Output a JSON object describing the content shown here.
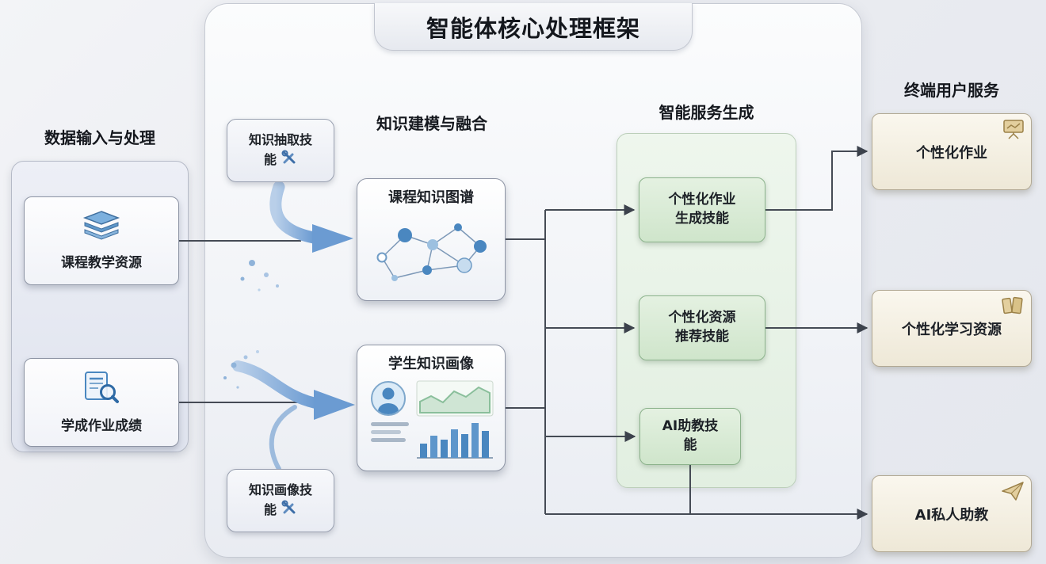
{
  "frame": {
    "title": "智能体核心处理框架"
  },
  "input_section": {
    "header": "数据输入与处理",
    "box1": {
      "label": "课程教学资源",
      "icon": "layers-icon"
    },
    "box2": {
      "label": "学成作业成绩",
      "icon": "document-search-icon"
    }
  },
  "modeling_section": {
    "header": "知识建模与融合",
    "skill_top": {
      "line1": "知识抽取技",
      "line2": "能",
      "icon": "tools-icon"
    },
    "skill_bottom": {
      "line1": "知识画像技",
      "line2": "能",
      "icon": "tools-icon"
    },
    "graph_box": {
      "title": "课程知识图谱",
      "illustration": "knowledge-graph"
    },
    "profile_box": {
      "title": "学生知识画像",
      "illustration": "student-profile-charts"
    }
  },
  "services_section": {
    "header": "智能服务生成",
    "box1": {
      "line1": "个性化作业",
      "line2": "生成技能"
    },
    "box2": {
      "line1": "个性化资源",
      "line2": "推荐技能"
    },
    "box3": {
      "line1": "AI助教技",
      "line2": "能"
    }
  },
  "output_section": {
    "header": "终端用户服务",
    "box1": {
      "label": "个性化作业",
      "icon": "presentation-icon"
    },
    "box2": {
      "label": "个性化学习资源",
      "icon": "books-icon"
    },
    "box3": {
      "label": "AI私人助教",
      "icon": "paper-plane-icon"
    }
  },
  "colors": {
    "accent_blue": "#4a87c0",
    "connector": "#454b55",
    "green_fill": "#d9ead6",
    "green_border": "#8fb48f",
    "cream_fill": "#f6f1e3",
    "cream_border": "#b1a893",
    "panel_fill": "#e7eaf2"
  }
}
